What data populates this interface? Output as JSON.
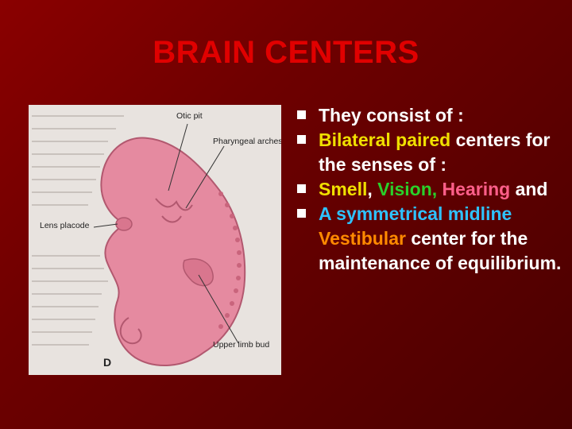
{
  "slide": {
    "title": "BRAIN CENTERS",
    "figure": {
      "labels": {
        "otic_pit": "Otic pit",
        "pharyngeal_arches": "Pharyngeal arches",
        "lens_placode": "Lens placode",
        "upper_limb_bud": "Upper limb bud",
        "panel_letter": "D"
      }
    },
    "bullets": [
      {
        "parts": [
          {
            "text": "They consist of :",
            "color": "white"
          }
        ]
      },
      {
        "parts": [
          {
            "text": "Bilateral paired",
            "color": "yellow"
          },
          {
            "text": " centers for the senses of :",
            "color": "white"
          }
        ]
      },
      {
        "parts": [
          {
            "text": "Smell",
            "color": "yellow"
          },
          {
            "text": ", ",
            "color": "white"
          },
          {
            "text": "Vision,",
            "color": "green"
          },
          {
            "text": " ",
            "color": "white"
          },
          {
            "text": "Hearing",
            "color": "pink"
          },
          {
            "text": " and",
            "color": "white"
          }
        ]
      },
      {
        "parts": [
          {
            "text": "A symmetrical midline",
            "color": "cyan"
          },
          {
            "text": " ",
            "color": "white"
          },
          {
            "text": "Vestibular",
            "color": "orange"
          },
          {
            "text": " center for the maintenance of equilibrium.",
            "color": "white"
          }
        ]
      }
    ],
    "colors": {
      "background": "#6e0000",
      "title": "#e00000",
      "white": "#ffffff",
      "yellow": "#f0e000",
      "green": "#2ad02a",
      "pink": "#ff5f8a",
      "cyan": "#2fc2ff",
      "orange": "#ff8a00"
    }
  }
}
